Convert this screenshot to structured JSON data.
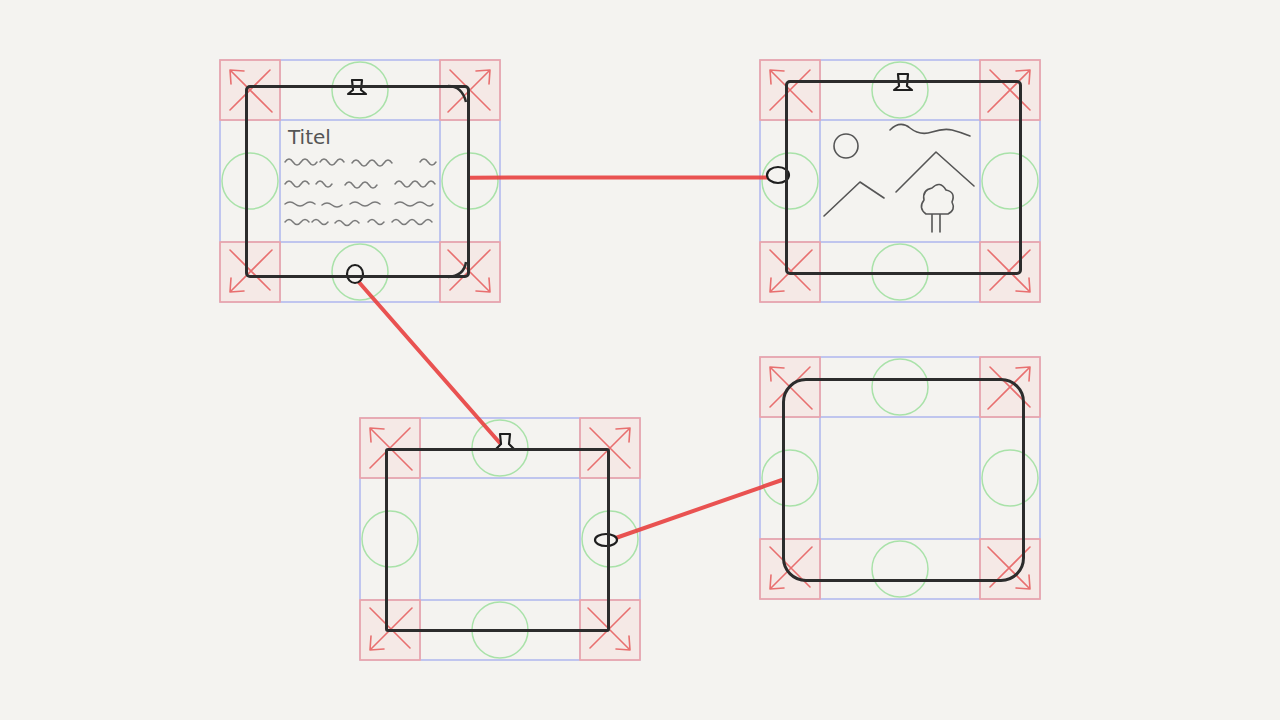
{
  "diagram": {
    "nodes": [
      {
        "text": [
          "Titel"
        ]
      },
      {
        "text": []
      },
      {
        "text": []
      },
      {
        "text": []
      }
    ],
    "edges": [
      {
        "from": 0,
        "to": 1,
        "arrow": "none"
      },
      {
        "from": 0,
        "to": 2,
        "arrow": "none"
      },
      {
        "from": 2,
        "to": 3,
        "arrow": "none"
      }
    ]
  }
}
